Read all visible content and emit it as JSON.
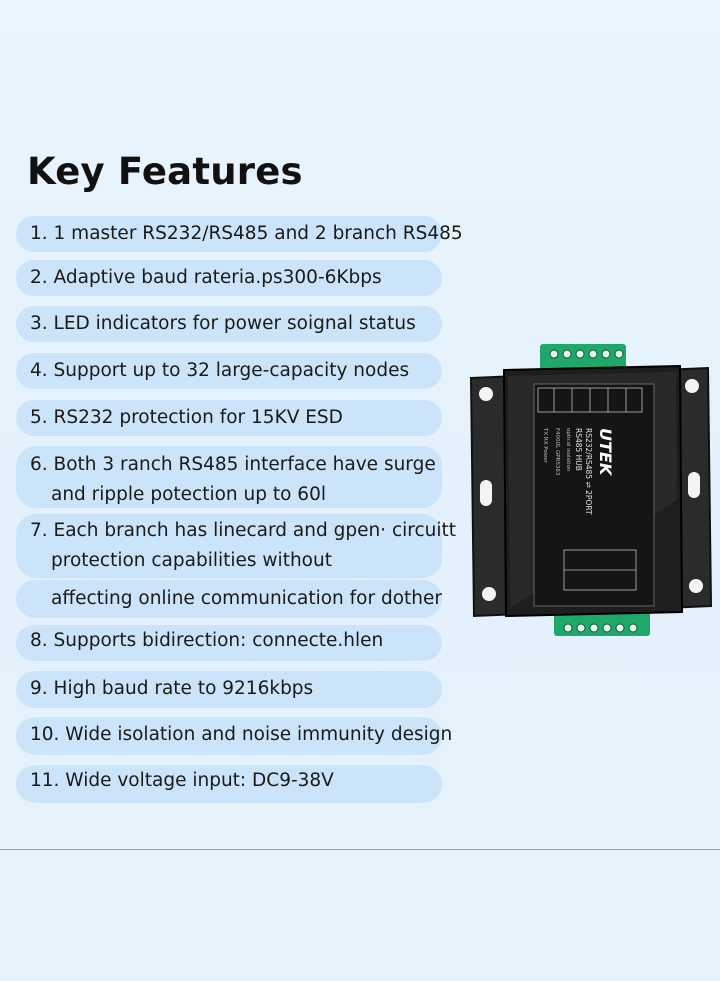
{
  "title": "Key Features",
  "features": [
    {
      "lines": [
        "1. 1 master RS232/RS485 and 2 branch RS485"
      ]
    },
    {
      "lines": [
        "2. Adaptive baud rateria.ps300-6Kbps"
      ]
    },
    {
      "lines": [
        "3. LED indicators for power soignal status"
      ]
    },
    {
      "lines": [
        "4. Support up to 32 large-capacity nodes"
      ]
    },
    {
      "lines": [
        "5. RS232 protection for 15KV ESD"
      ]
    },
    {
      "lines": [
        "6. Both 3 ranch RS485 interface have surge",
        "and ripple potection up to 60l"
      ]
    },
    {
      "lines": [
        "7. Each branch has linecard and gpen· circuitt",
        "protection capabilities without"
      ]
    },
    {
      "lines": [
        "affecting online communication for dother"
      ]
    },
    {
      "lines": [
        "8. Supports bidirection: connecte.hlen"
      ]
    },
    {
      "lines": [
        "9. High baud rate to 9216kbps"
      ]
    },
    {
      "lines": [
        "10. Wide isolation and noise immunity design"
      ]
    },
    {
      "lines": [
        "11. Wide voltage input: DC9-38V"
      ]
    }
  ],
  "device": {
    "brand": "UTEK",
    "model_line1": "RS232/RS485 ⇌ 2PORT",
    "model_line2": "RS485 HUB",
    "model_line3": "optical isolation",
    "model_code": "F4000L  GPRS363",
    "leds": "TX  RX  Power"
  },
  "colors": {
    "pill": "#cbe4f9",
    "background": "#e6f2fc",
    "device_body": "#1e1e1e",
    "terminal_green": "#1fa86a"
  }
}
